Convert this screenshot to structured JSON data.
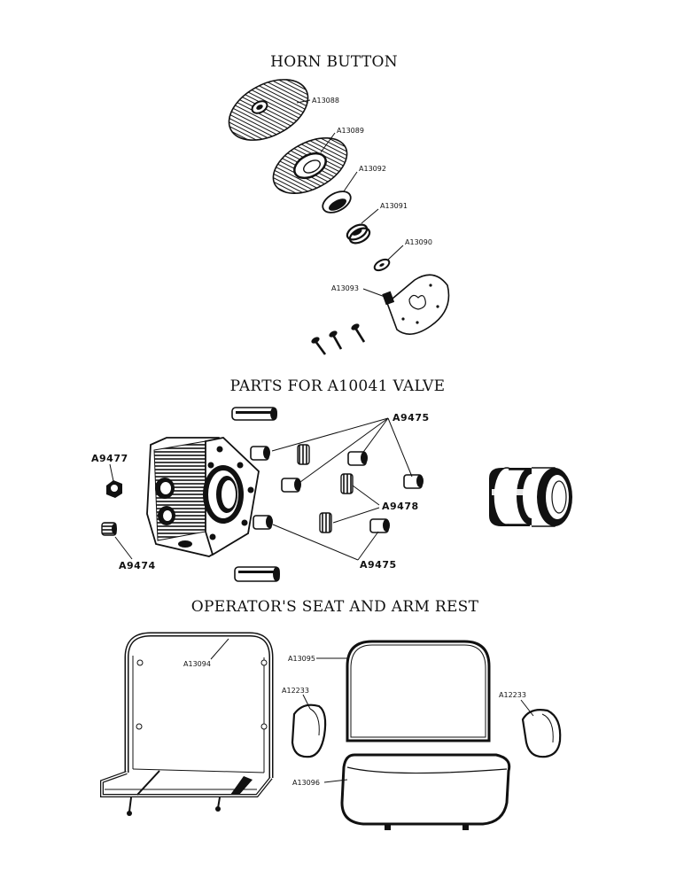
{
  "sections": {
    "horn": {
      "title": "HORN BUTTON",
      "labels": [
        "A13088",
        "A13089",
        "A13092",
        "A13091",
        "A13090",
        "A13093"
      ]
    },
    "valve": {
      "title": "PARTS FOR A10041 VALVE",
      "labels": {
        "a9475_top": "A9475",
        "a9477": "A9477",
        "a9478": "A9478",
        "a9474": "A9474",
        "a9475_bottom": "A9475"
      }
    },
    "seat": {
      "title": "OPERATOR'S SEAT AND ARM REST",
      "labels": {
        "a13094": "A13094",
        "a13095": "A13095",
        "a12233_left": "A12233",
        "a12233_right": "A12233",
        "a13096": "A13096"
      }
    }
  }
}
